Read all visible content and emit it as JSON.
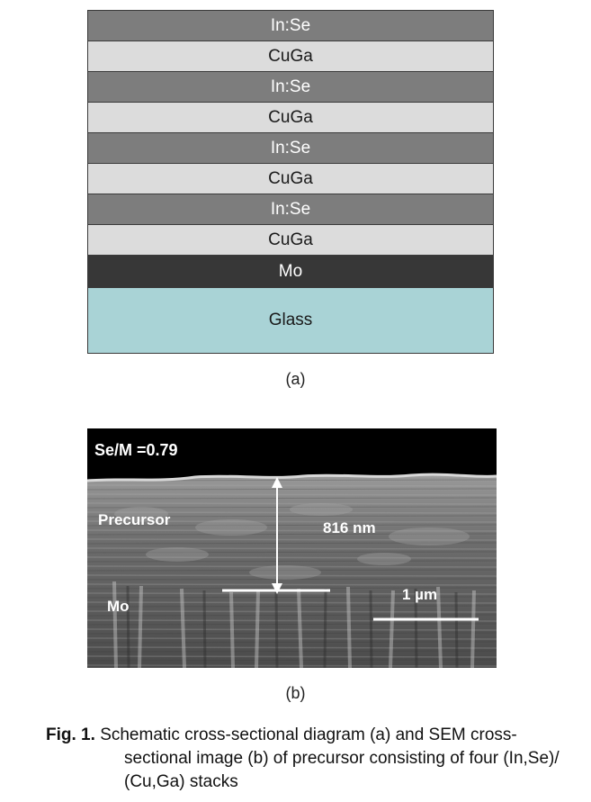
{
  "panel_a": {
    "layers": [
      {
        "label": "In:Se",
        "color": "#7d7d7d",
        "text_color": "#ffffff"
      },
      {
        "label": "CuGa",
        "color": "#dcdcdc",
        "text_color": "#1a1a1a"
      },
      {
        "label": "In:Se",
        "color": "#7d7d7d",
        "text_color": "#ffffff"
      },
      {
        "label": "CuGa",
        "color": "#dcdcdc",
        "text_color": "#1a1a1a"
      },
      {
        "label": "In:Se",
        "color": "#7d7d7d",
        "text_color": "#ffffff"
      },
      {
        "label": "CuGa",
        "color": "#dcdcdc",
        "text_color": "#1a1a1a"
      },
      {
        "label": "In:Se",
        "color": "#7d7d7d",
        "text_color": "#ffffff"
      },
      {
        "label": "CuGa",
        "color": "#dcdcdc",
        "text_color": "#1a1a1a"
      },
      {
        "label": "Mo",
        "color": "#373737",
        "text_color": "#ffffff"
      },
      {
        "label": "Glass",
        "color": "#a9d3d6",
        "text_color": "#1a1a1a"
      }
    ],
    "caption": "(a)"
  },
  "panel_b": {
    "ratio_label": "Se/M =0.79",
    "precursor_label": "Precursor",
    "thickness_label": "816 nm",
    "mo_label": "Mo",
    "scale_label": "1 µm",
    "caption": "(b)"
  },
  "figure_caption": {
    "label": "Fig. 1.",
    "line1": "Schematic cross-sectional diagram (a) and SEM cross-",
    "line2": "sectional image (b) of precursor consisting of four (In,Se)/",
    "line3": "(Cu,Ga) stacks"
  }
}
